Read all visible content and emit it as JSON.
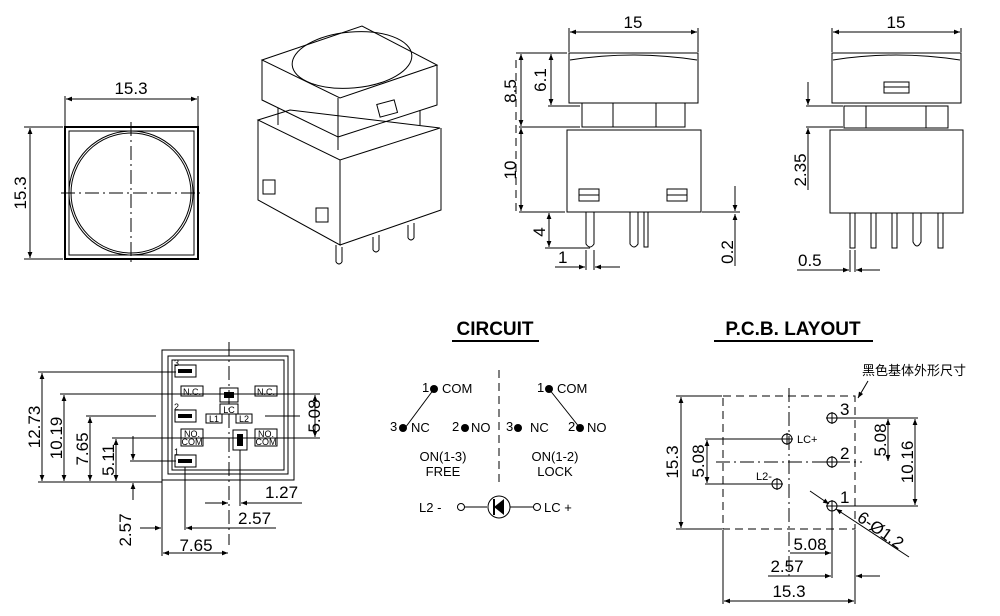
{
  "top_view": {
    "width_dim": "15.3",
    "height_dim": "15.3"
  },
  "front_view": {
    "width_dim": "15",
    "total_cap_dim": "8.5",
    "cap_dim": "6.1",
    "body_dim": "10",
    "pin_len_dim": "4",
    "pin_width_dim": "1",
    "standoff_dim": "0.2"
  },
  "side_view": {
    "width_dim": "15",
    "gap_dim": "2.35",
    "pin_thick_dim": "0.5"
  },
  "bottom_view": {
    "dims": {
      "d1273": "12.73",
      "d1019": "10.19",
      "d765v": "7.65",
      "d511": "5.11",
      "d257v": "2.57",
      "d508": "5.08",
      "d127": "1.27",
      "d257h": "2.57",
      "d765h": "7.65"
    },
    "labels": {
      "pin3": "3",
      "pin2": "2",
      "pin1": "1",
      "nc_left": "N.C.",
      "nc_right": "N.C.",
      "lc": "LC",
      "l1": "L1",
      "l2": "L2",
      "no_left": "NO.",
      "com_left": "COM",
      "no_right": "NO.",
      "com_right": "COM"
    }
  },
  "circuit": {
    "title": "CIRCUIT",
    "free": {
      "com_num": "1",
      "com": "COM",
      "nc_num": "3",
      "nc": "NC",
      "no_num": "2",
      "no": "NO",
      "mode": "ON(1-3)",
      "state": "FREE"
    },
    "lock": {
      "com_num": "1",
      "com": "COM",
      "nc_num": "3",
      "nc": "NC",
      "no_num": "2",
      "no": "NO",
      "mode": "ON(1-2)",
      "state": "LOCK"
    },
    "led": {
      "neg": "L2 -",
      "pos": "LC +"
    }
  },
  "pcb": {
    "title": "P.C.B. LAYOUT",
    "note": "黑色基体外形尺寸",
    "pins": {
      "p3": "3",
      "p2": "2",
      "p1": "1",
      "lcp": "LC+",
      "l2m": "L2-"
    },
    "dims": {
      "height": "15.3",
      "led_pitch": "5.08",
      "pin_pitch": "5.08",
      "pin_span": "10.16",
      "hole": "6-Ø1.2",
      "h508": "5.08",
      "h257": "2.57",
      "width": "15.3"
    }
  }
}
